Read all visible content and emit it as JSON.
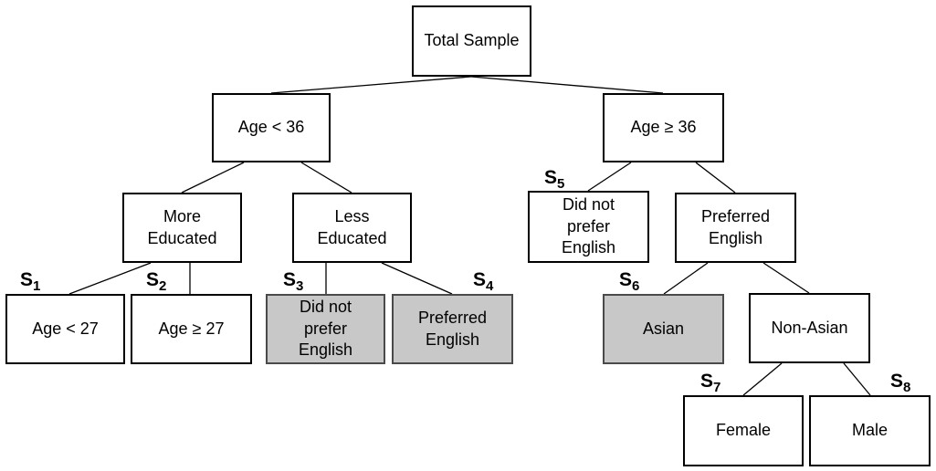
{
  "colors": {
    "node_fill": "#ffffff",
    "shaded_fill": "#c8c8c8",
    "edge": "#000000"
  },
  "nodes": {
    "root": {
      "label": "Total Sample"
    },
    "age_lt_36": {
      "label": "Age < 36"
    },
    "age_ge_36": {
      "label": "Age ≥ 36"
    },
    "more_educated": {
      "label": "More\nEducated"
    },
    "less_educated": {
      "label": "Less\nEducated"
    },
    "age_lt_27": {
      "label": "Age < 27"
    },
    "age_ge_27": {
      "label": "Age ≥ 27"
    },
    "less_ed_not_english": {
      "label": "Did not\nprefer\nEnglish",
      "shaded": true
    },
    "less_ed_english": {
      "label": "Preferred\nEnglish",
      "shaded": true
    },
    "old_not_english": {
      "label": "Did not\nprefer\nEnglish"
    },
    "old_english": {
      "label": "Preferred\nEnglish"
    },
    "asian": {
      "label": "Asian",
      "shaded": true
    },
    "non_asian": {
      "label": "Non-Asian"
    },
    "female": {
      "label": "Female"
    },
    "male": {
      "label": "Male"
    }
  },
  "segments": {
    "s1": {
      "letter": "S",
      "index": "1"
    },
    "s2": {
      "letter": "S",
      "index": "2"
    },
    "s3": {
      "letter": "S",
      "index": "3"
    },
    "s4": {
      "letter": "S",
      "index": "4"
    },
    "s5": {
      "letter": "S",
      "index": "5"
    },
    "s6": {
      "letter": "S",
      "index": "6"
    },
    "s7": {
      "letter": "S",
      "index": "7"
    },
    "s8": {
      "letter": "S",
      "index": "8"
    }
  }
}
